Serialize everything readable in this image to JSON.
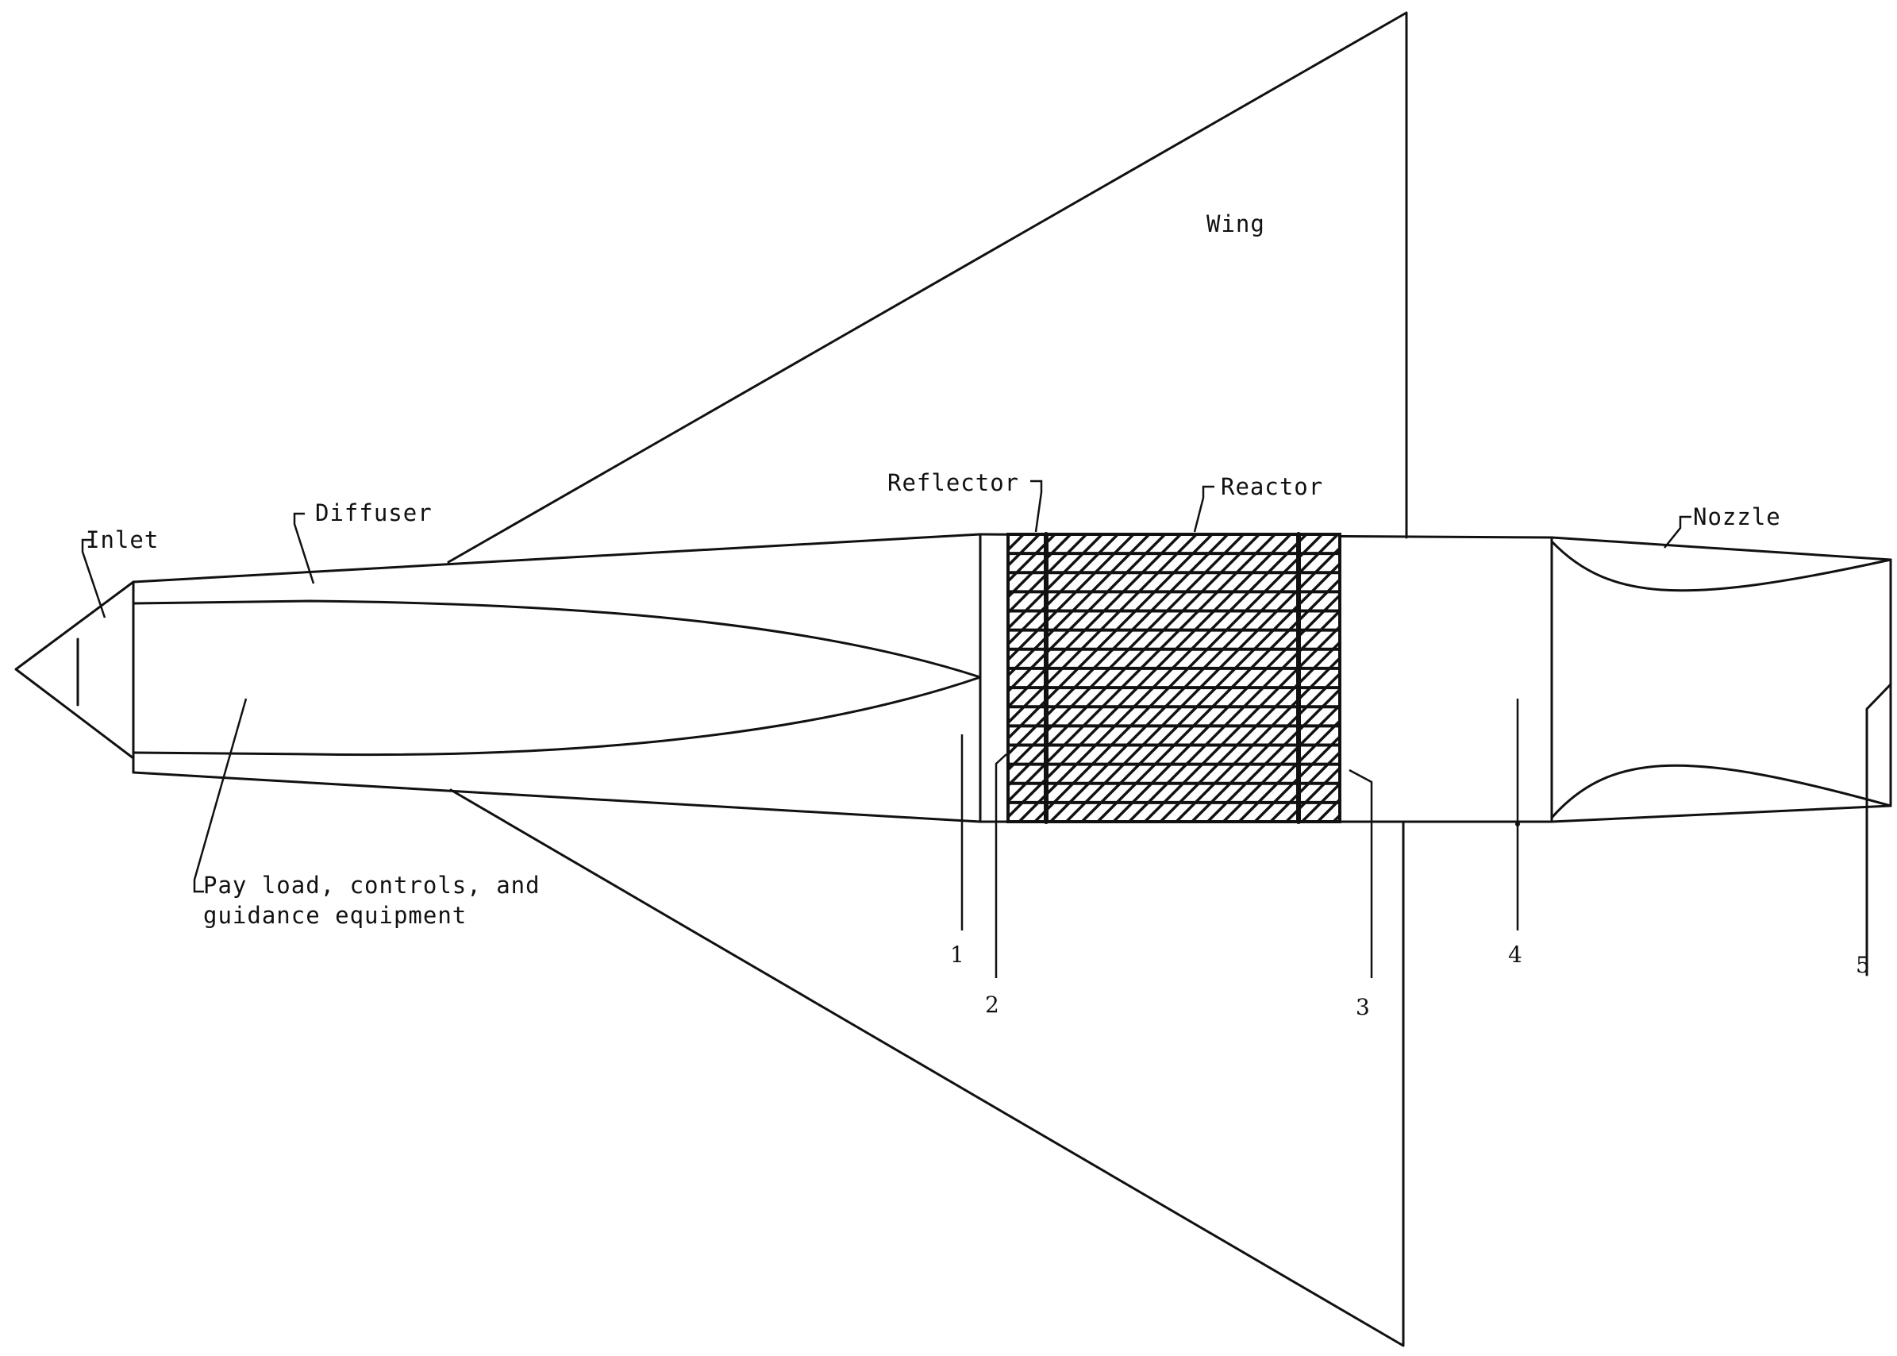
{
  "labels": {
    "wing": "Wing",
    "inlet": "Inlet",
    "diffuser": "Diffuser",
    "reflector": "Reflector",
    "reactor": "Reactor",
    "nozzle": "Nozzle",
    "payload_line1": "Pay load, controls, and",
    "payload_line2": "guidance equipment"
  },
  "stations": [
    "1",
    "2",
    "3",
    "4",
    "5"
  ],
  "colors": {
    "ink": "#111111",
    "background": "#ffffff"
  }
}
